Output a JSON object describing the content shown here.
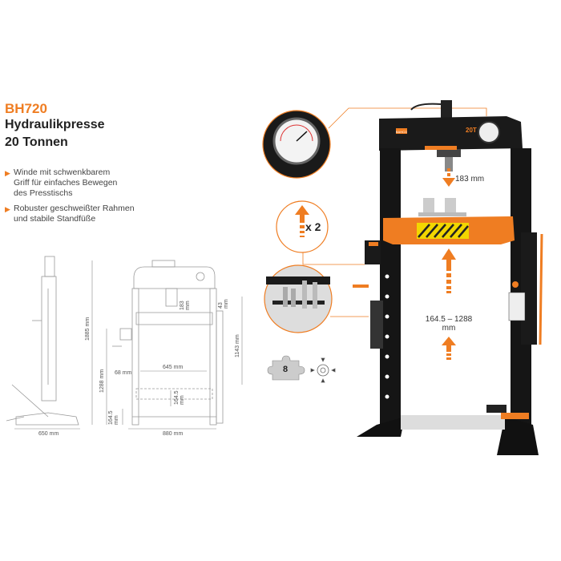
{
  "product": {
    "model": "BH720",
    "name": "Hydraulikpresse",
    "capacity": "20 Tonnen"
  },
  "features": [
    {
      "lines": [
        "Winde mit schwenkbarem",
        "Griff für einfaches Bewegen",
        "des Presstischs"
      ]
    },
    {
      "lines": [
        "Robuster geschweißter Rahmen",
        "und stabile Standfüße"
      ]
    }
  ],
  "drawing_dimensions": {
    "depth": "650 mm",
    "width": "880 mm",
    "height": "1885 mm",
    "table_height": "1288 mm",
    "offset": "68 mm",
    "inner_width": "645 mm",
    "stroke": "183",
    "stroke_unit": "mm",
    "top_gap": "43",
    "top_gap_unit": "mm",
    "column_height": "1143 mm",
    "step": "164.5",
    "step_unit": "mm",
    "min_height": "164.5",
    "min_height_unit": "mm"
  },
  "callouts": {
    "stroke": "183 mm",
    "range_line1": "164.5 – 1288",
    "range_line2": "mm",
    "multiplier": "x 2",
    "tool_count": "8",
    "badge_text": "20T",
    "brand_plate": "BAHCO"
  },
  "colors": {
    "accent": "#ef7d22",
    "frame": "#1a1a1a"
  }
}
